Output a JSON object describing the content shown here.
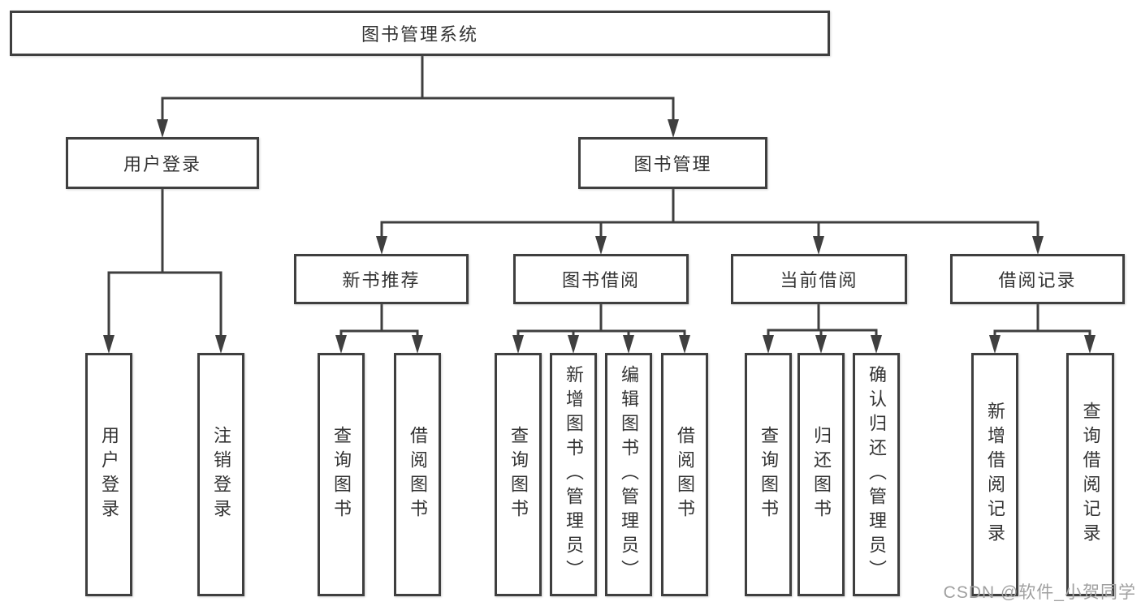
{
  "tree": {
    "label": "图书管理系统",
    "children": [
      {
        "label": "用户登录",
        "children": [
          {
            "label": "用户登录"
          },
          {
            "label": "注销登录"
          }
        ]
      },
      {
        "label": "图书管理",
        "children": [
          {
            "label": "新书推荐",
            "children": [
              {
                "label": "查询图书"
              },
              {
                "label": "借阅图书"
              }
            ]
          },
          {
            "label": "图书借阅",
            "children": [
              {
                "label": "查询图书"
              },
              {
                "label": "新增图书（管理员）"
              },
              {
                "label": "编辑图书（管理员）"
              },
              {
                "label": "借阅图书"
              }
            ]
          },
          {
            "label": "当前借阅",
            "children": [
              {
                "label": "查询图书"
              },
              {
                "label": "归还图书"
              },
              {
                "label": "确认归还（管理员）"
              }
            ]
          },
          {
            "label": "借阅记录",
            "children": [
              {
                "label": "新增借阅记录"
              },
              {
                "label": "查询借阅记录"
              }
            ]
          }
        ]
      }
    ]
  },
  "watermark": {
    "text": "CSDN @软件_小贺同学"
  },
  "colors": {
    "line": "#3f3f3f",
    "box_border": "#3f3f3f",
    "text": "#333333",
    "watermark_text": "#a0a0a0",
    "background": "#ffffff"
  }
}
